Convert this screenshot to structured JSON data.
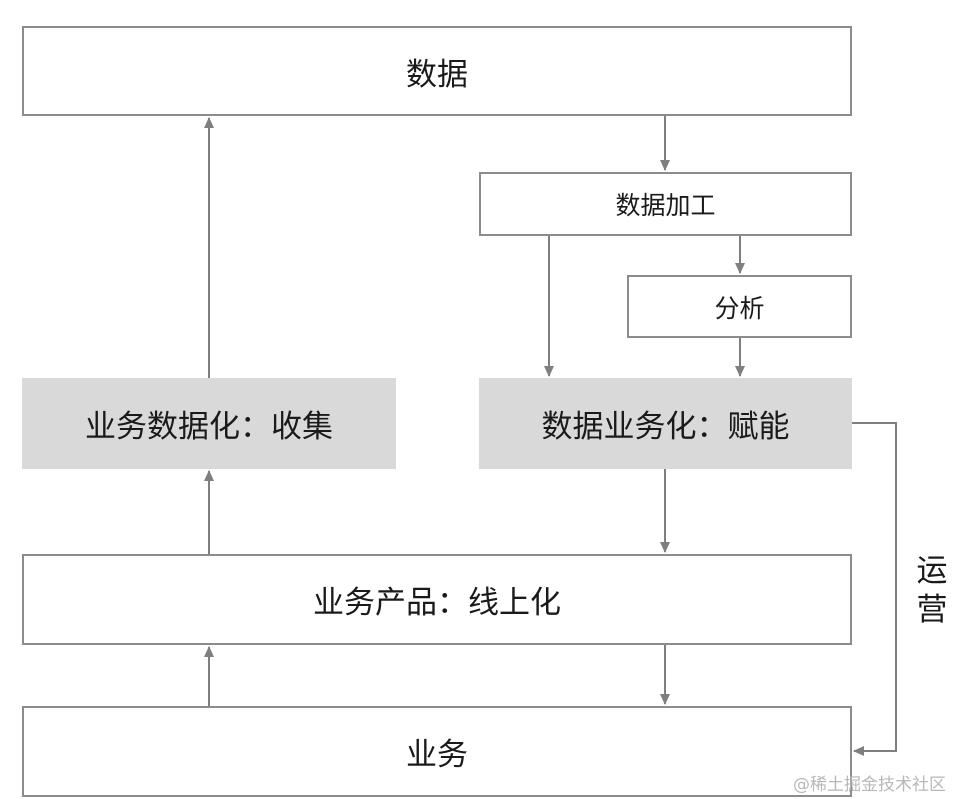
{
  "diagram": {
    "top_box": "数据",
    "processing_box": "数据加工",
    "analysis_box": "分析",
    "collect_box": "业务数据化：收集",
    "enable_box": "数据业务化：赋能",
    "product_box": "业务产品：线上化",
    "business_box": "业务",
    "operations_label_1": "运",
    "operations_label_2": "营"
  },
  "watermark": "@稀土掘金技术社区",
  "colors": {
    "line": "#7f7f7f",
    "border": "#8c8c8c",
    "filled_box": "#d9d9d9",
    "text": "#1a1a1a"
  }
}
